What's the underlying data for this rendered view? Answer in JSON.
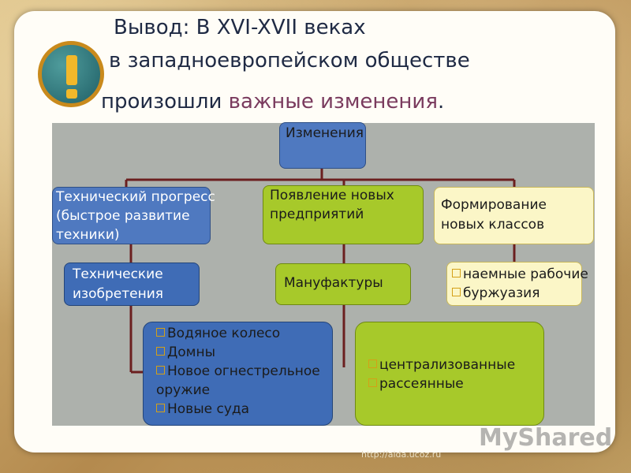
{
  "title": {
    "line1": "Вывод: В XVI-XVII веках",
    "line2": "в западноевропейском обществе",
    "line3_plain": "произошли ",
    "line3_highlight": "важные изменения",
    "line3_end": "."
  },
  "diagram": {
    "root": "Изменения",
    "branch1": {
      "title_lines": [
        "Технический прогресс",
        "(быстрое развитие",
        "техники)"
      ]
    },
    "branch2": {
      "title_lines": [
        "Появление новых",
        "предприятий"
      ]
    },
    "branch3": {
      "title_lines": [
        "Формирование",
        "новых классов"
      ]
    },
    "inventions": {
      "lines": [
        "Технические",
        "изобретения"
      ]
    },
    "inventions_list": [
      "Водяное колесо",
      "Домны",
      "Новое огнестрельное",
      "оружие",
      "Новые суда"
    ],
    "manufactures": "Мануфактуры",
    "manufactures_list": [
      "централизованные",
      "рассеянные"
    ],
    "classes_list": [
      "наемные рабочие",
      "буржуазия"
    ]
  },
  "footer": {
    "watermark": "MyShared",
    "url": "http://aida.ucoz.ru"
  },
  "colors": {
    "blue": "#4f79c0",
    "green": "#a7c92a",
    "yellow": "#fbf6c7",
    "title": "#1f2a44",
    "highlight": "#7a3b5e"
  }
}
